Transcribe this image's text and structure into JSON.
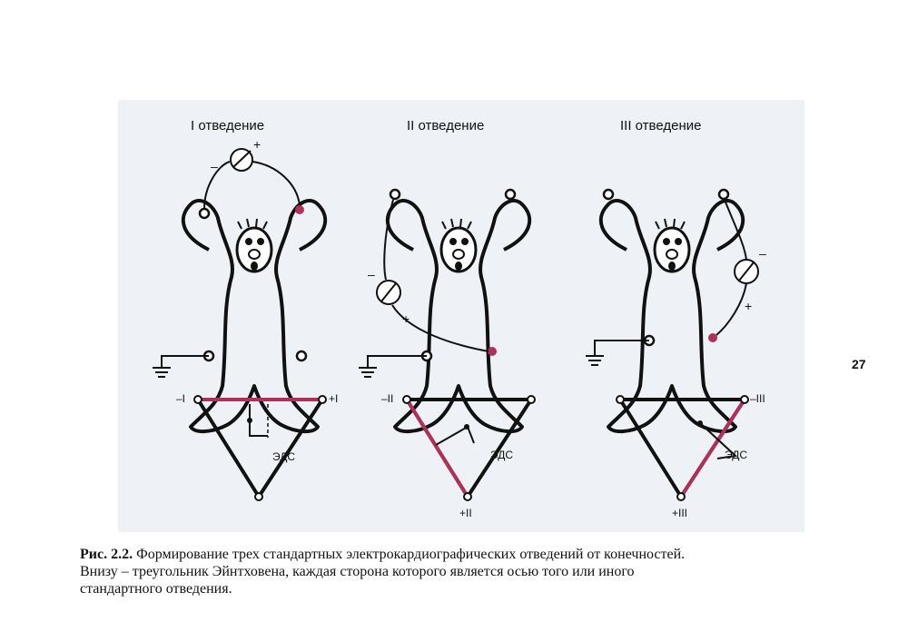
{
  "figure": {
    "leads": [
      {
        "title": "I отведение",
        "neg": "–I",
        "pos": "+I",
        "emf": ""
      },
      {
        "title": "II отведение",
        "neg": "–II",
        "pos": "+II",
        "emf": "ЭДС"
      },
      {
        "title": "III отведение",
        "neg": "–III",
        "pos": "+III",
        "emf": "ЭДС"
      }
    ],
    "emf_label": "ЭДС",
    "colors": {
      "line": "#111111",
      "accent": "#b0305a",
      "background": "#eef1f6"
    }
  },
  "page_number": "27",
  "caption": {
    "label": "Рис. 2.2.",
    "line1": " Формирование трех стандартных электрокардиографических отведений от конечностей.",
    "line2": "Внизу – треугольник Эйнтховена, каждая сторона которого является осью того или иного",
    "line3": "стандартного отведения."
  }
}
